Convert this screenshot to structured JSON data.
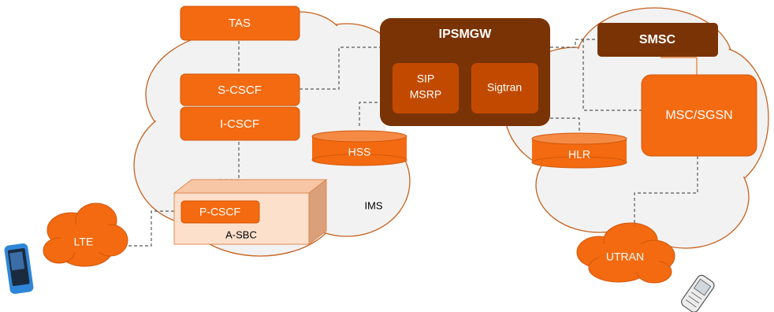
{
  "nodes": {
    "tas": "TAS",
    "s_cscf": "S-CSCF",
    "i_cscf": "I-CSCF",
    "p_cscf": "P-CSCF",
    "a_sbc": "A-SBC",
    "hss": "HSS",
    "ims": "IMS",
    "lte": "LTE",
    "ipsmgw": "IPSMGW",
    "sip": "SIP",
    "msrp": "MSRP",
    "sigtran": "Sigtran",
    "smsc": "SMSC",
    "msc_sgsn": "MSC/SGSN",
    "hlr": "HLR",
    "utran": "UTRAN"
  },
  "icons": {
    "smartphone": "smartphone-icon",
    "feature_phone": "feature-phone-icon"
  },
  "colors": {
    "orange": "#f46a10",
    "dark_brown": "#7a3305",
    "mid_brown": "#c24a00",
    "sbc_fill": "#fde0cc",
    "cloud_fill": "#f2f2f2",
    "cloud_stroke": "#c5611f"
  }
}
